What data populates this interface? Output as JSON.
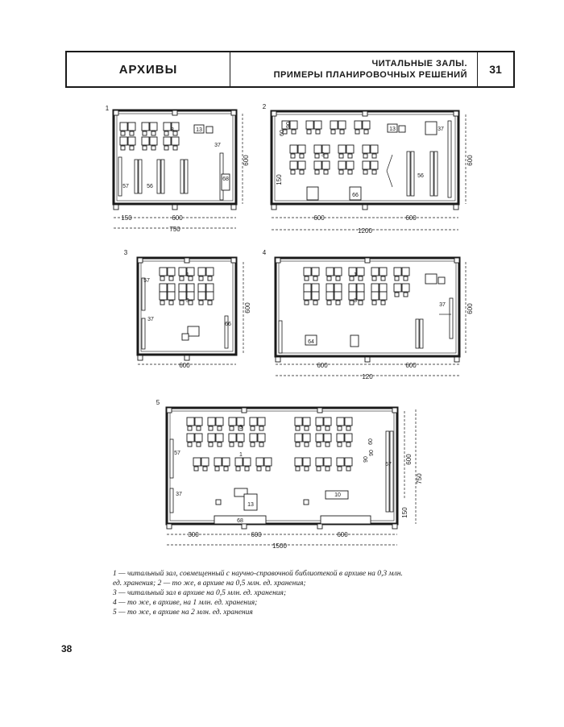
{
  "header": {
    "section": "АРХИВЫ",
    "title_line1": "ЧИТАЛЬНЫЕ ЗАЛЫ.",
    "title_line2": "ПРИМЕРЫ ПЛАНИРОВОЧНЫХ РЕШЕНИЙ",
    "sheet_number": "31"
  },
  "plans": [
    {
      "num": "1",
      "dims": [
        "150",
        "600",
        "750",
        "600"
      ],
      "tags": [
        "3",
        "13",
        "37",
        "56",
        "57",
        "68"
      ]
    },
    {
      "num": "2",
      "dims": [
        "600",
        "600",
        "1200",
        "600",
        "150",
        "60",
        "90"
      ],
      "tags": [
        "3",
        "13",
        "37",
        "56",
        "66"
      ]
    },
    {
      "num": "3",
      "dims": [
        "600",
        "600"
      ],
      "tags": [
        "1",
        "3",
        "37",
        "57",
        "66"
      ]
    },
    {
      "num": "4",
      "dims": [
        "600",
        "600",
        "120",
        "600"
      ],
      "tags": [
        "1",
        "3",
        "37",
        "64"
      ]
    },
    {
      "num": "5",
      "dims": [
        "300",
        "600",
        "600",
        "1500",
        "600",
        "750",
        "150",
        "90",
        "90",
        "60"
      ],
      "tags": [
        "1",
        "3",
        "10",
        "13",
        "37",
        "57",
        "67",
        "68"
      ]
    }
  ],
  "caption": {
    "line1": "1 — читальный зал, совмещенный с научно-справочной библиотекой в архиве на 0,3 млн.",
    "line2": "ед. хранения; 2 — то же, в архиве на 0,5 млн. ед. хранения;",
    "line3": "3 — читальный зал в архиве на 0,5 млн. ед. хранения;",
    "line4": "4 — то же, в архиве, на 1 млн. ед. хранения;",
    "line5": "5 — то же, в архиве на 2 млн. ед. хранения"
  },
  "page_number": "38"
}
